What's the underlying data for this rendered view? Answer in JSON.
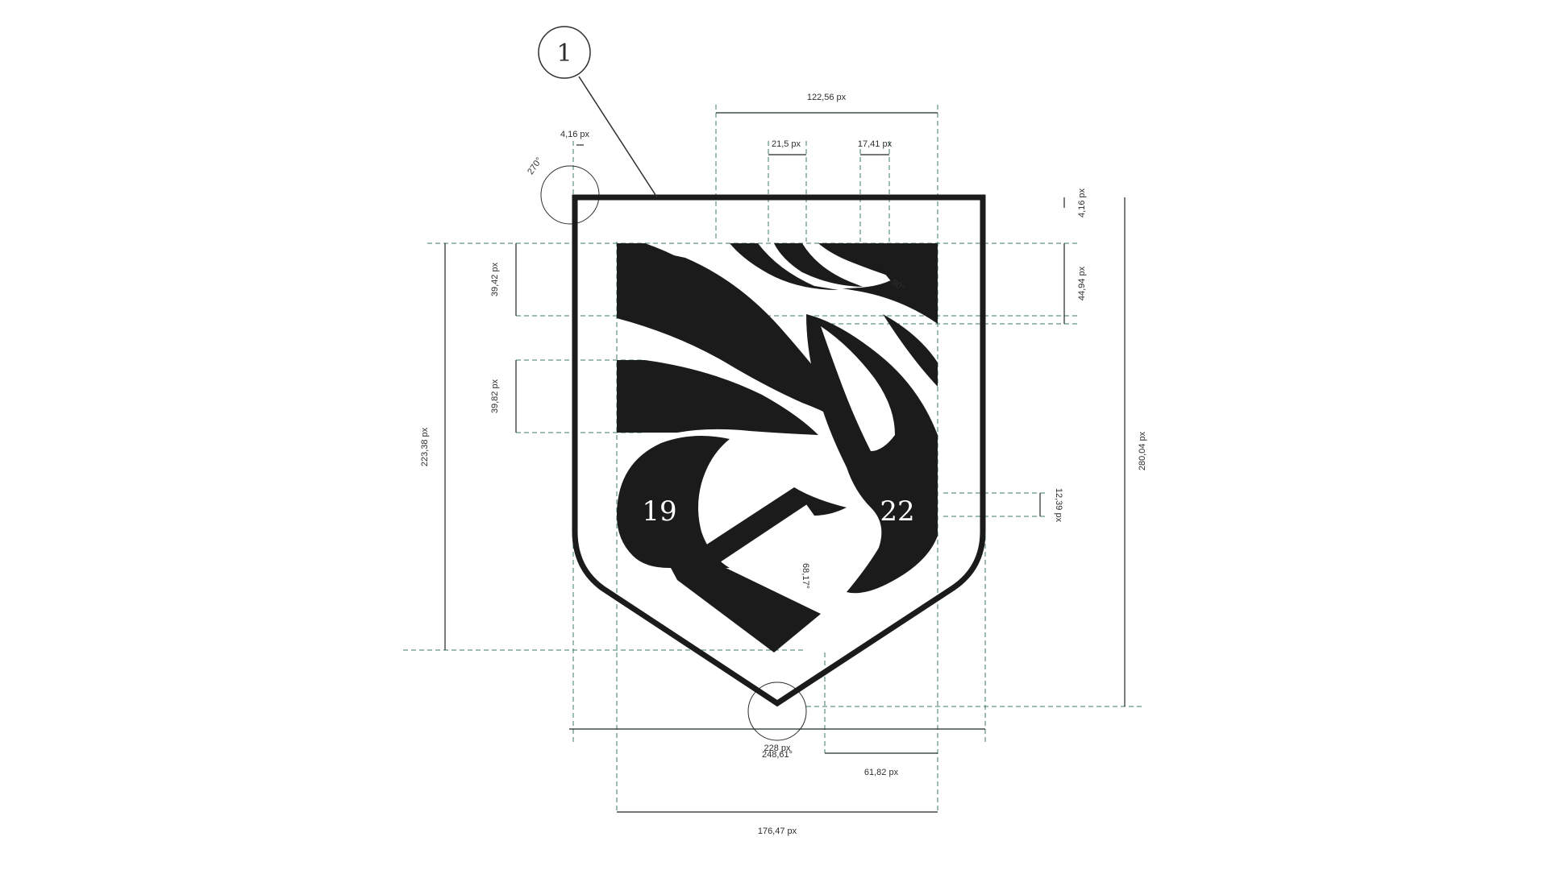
{
  "callout": {
    "number": "1"
  },
  "crest": {
    "year_left": "19",
    "year_right": "22"
  },
  "dimensions": {
    "top_width": "122,56 px",
    "gap_a": "21,5 px",
    "gap_b": "17,41 px",
    "stroke_small": "4,16 px",
    "corner_angle": "270°",
    "stroke_right": "4,16 px",
    "band_1": "39,42 px",
    "band_2": "39,82 px",
    "left_height": "223,38 px",
    "right_band": "44,94 px",
    "total_height": "280,04 px",
    "year_offset": "12,39 px",
    "inner_angle_90": "90°",
    "l_angle": "68,17°",
    "base_width_1": "228 px",
    "base_width_2": "248,61°",
    "right_base": "61,82 px",
    "inner_width": "176,47 px"
  },
  "colors": {
    "ink": "#1b1b1b",
    "guide": "#3e7a66",
    "paper": "#ffffff"
  }
}
